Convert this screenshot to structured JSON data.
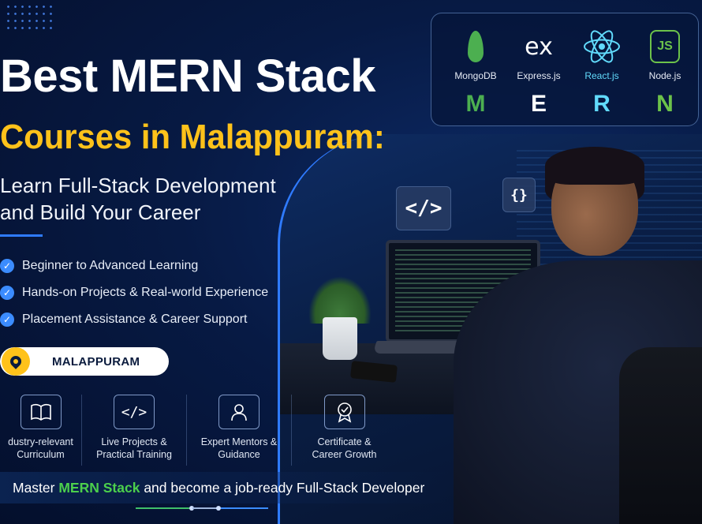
{
  "headline": {
    "line1": "Best MERN Stack",
    "line2": "Courses in Malappuram:",
    "line3": "Learn Full-Stack Development",
    "line4": "and Build Your Career"
  },
  "bullets": [
    "Beginner to Advanced Learning",
    "Hands-on Projects & Real-world Experience",
    "Placement Assistance & Career Support"
  ],
  "location": "MALAPPURAM",
  "features": [
    {
      "icon": "book-icon",
      "line1": "dustry-relevant",
      "line2": "Curriculum"
    },
    {
      "icon": "code-icon",
      "line1": "Live Projects &",
      "line2": "Practical Training"
    },
    {
      "icon": "mentor-icon",
      "line1": "Expert Mentors &",
      "line2": "Guidance"
    },
    {
      "icon": "certificate-icon",
      "line1": "Certificate &",
      "line2": "Career Growth"
    }
  ],
  "footer": {
    "pre": "Master ",
    "highlight": "MERN Stack",
    "post": " and become a job-ready Full-Stack Developer"
  },
  "stack": [
    {
      "name": "MongoDB",
      "letter": "M",
      "color": "#4caf50",
      "icon": "mongodb-leaf-icon"
    },
    {
      "name": "Express.js",
      "letter": "E",
      "color": "#ffffff",
      "icon": "express-icon",
      "logo_text": "ex"
    },
    {
      "name": "React.js",
      "letter": "R",
      "color": "#61dafb",
      "icon": "react-atom-icon"
    },
    {
      "name": "Node.js",
      "letter": "N",
      "color": "#6cc24a",
      "icon": "nodejs-icon",
      "logo_text": "JS"
    }
  ],
  "badges": {
    "tag": "</>",
    "brace": "{}"
  },
  "colors": {
    "accent_yellow": "#ffc21a",
    "accent_blue": "#2f7bff",
    "accent_green": "#4cd04c"
  }
}
